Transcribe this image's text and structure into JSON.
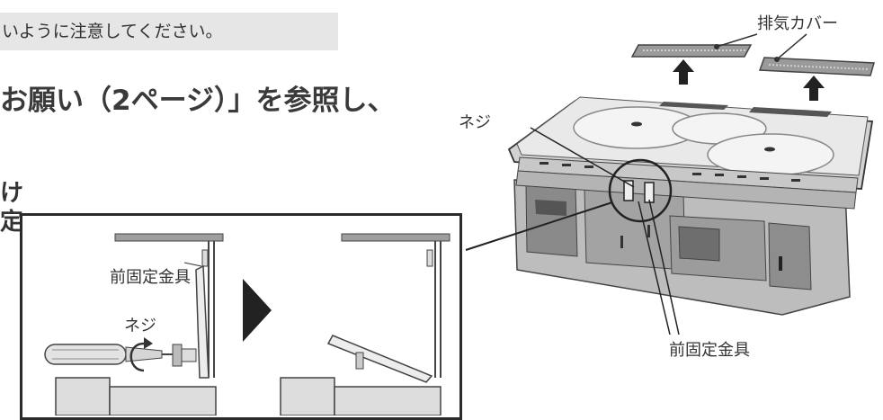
{
  "banner": {
    "text": "いように注意してください。"
  },
  "heading": {
    "text": "お願い（2ページ）」を参照し、"
  },
  "side_clip": {
    "char1": "け",
    "char2": "定"
  },
  "labels": {
    "exhaust_cover": "排気カバー",
    "screw_main": "ネジ",
    "front_bracket_main": "前固定金具",
    "front_bracket_detail": "前固定金具",
    "screw_detail": "ネジ"
  }
}
